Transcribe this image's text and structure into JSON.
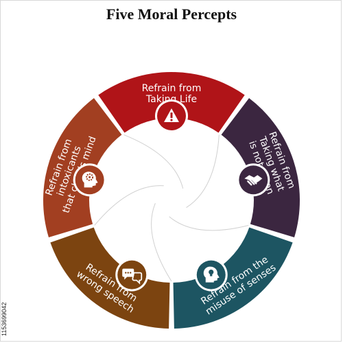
{
  "title": "Five Moral Percepts",
  "segments": [
    {
      "id": "life",
      "lines": [
        "Refrain from",
        "Taking Life"
      ],
      "color": "#b01418",
      "icon": "warning-icon"
    },
    {
      "id": "given",
      "lines": [
        "Refrain from",
        "Taking what",
        "is not given"
      ],
      "color": "#3b2640",
      "icon": "handshake-icon"
    },
    {
      "id": "senses",
      "lines": [
        "Refrain from the",
        "misuse of senses"
      ],
      "color": "#1d5562",
      "icon": "head-idea-icon"
    },
    {
      "id": "speech",
      "lines": [
        "Refrain from",
        "wrong speech"
      ],
      "color": "#7c4410",
      "icon": "speech-bubbles-icon"
    },
    {
      "id": "intoxicants",
      "lines": [
        "Refrain from",
        "intoxicants",
        "that clouds mind"
      ],
      "color": "#a23f21",
      "icon": "head-gears-icon"
    }
  ],
  "stock_id": "1153699042"
}
